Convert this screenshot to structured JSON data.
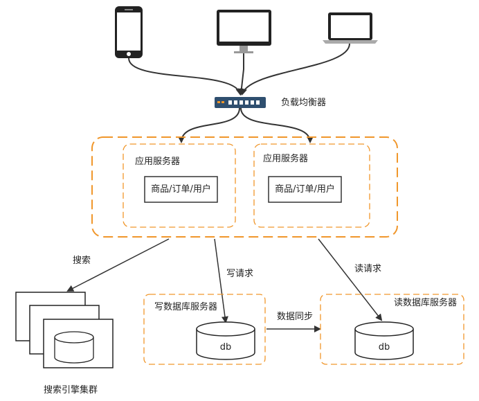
{
  "load_balancer": {
    "label": "负载均衡器"
  },
  "app_servers": [
    {
      "title": "应用服务器",
      "module": "商品/订单/用户"
    },
    {
      "title": "应用服务器",
      "module": "商品/订单/用户"
    }
  ],
  "edges": {
    "search": "搜索",
    "write_request": "写请求",
    "read_request": "读请求",
    "data_sync": "数据同步"
  },
  "write_db_server": {
    "title": "写数据库服务器",
    "db": "db"
  },
  "read_db_server": {
    "title": "读数据库服务器",
    "db": "db"
  },
  "search_cluster": {
    "label": "搜索引擎集群"
  },
  "colors": {
    "accent": "#f0962a",
    "line": "#333333",
    "device": "#222222"
  }
}
